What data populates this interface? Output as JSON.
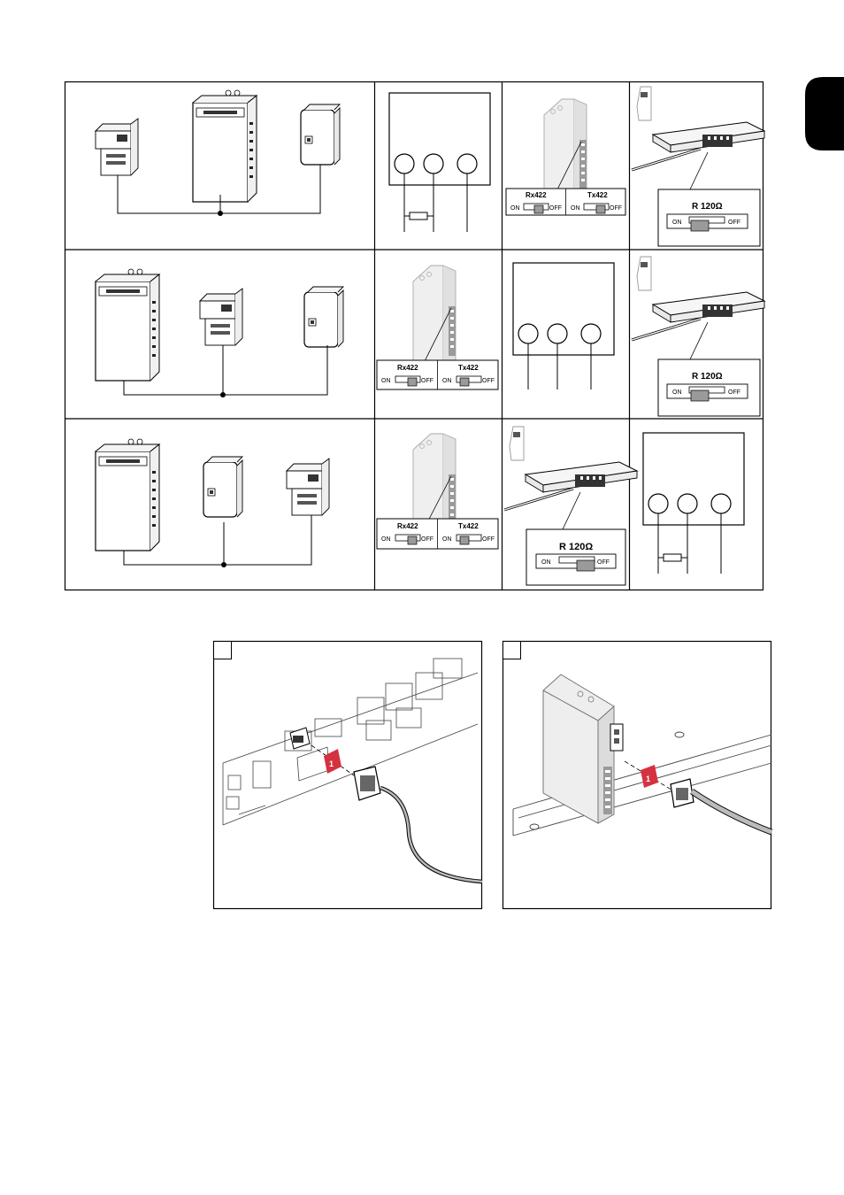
{
  "rows": [
    {
      "sw_left": "Rx422",
      "sw_right": "Tx422",
      "sw_on": "ON",
      "sw_off": "OFF",
      "r_title": "R 120Ω",
      "r_on": "ON",
      "r_off": "OFF"
    },
    {
      "sw_left": "Rx422",
      "sw_right": "Tx422",
      "sw_on": "ON",
      "sw_off": "OFF",
      "r_title": "R 120Ω",
      "r_on": "ON",
      "r_off": "OFF"
    },
    {
      "sw_left": "Rx422",
      "sw_right": "Tx422",
      "sw_on": "ON",
      "sw_off": "OFF",
      "r_title": "R 120Ω",
      "r_on": "ON",
      "r_off": "OFF"
    }
  ],
  "steps": [
    {
      "badge": "1"
    },
    {
      "badge": "1"
    }
  ],
  "colors": {
    "tab": "#000000",
    "arrow": "#d4323f",
    "shade": "#9a9a9a"
  }
}
